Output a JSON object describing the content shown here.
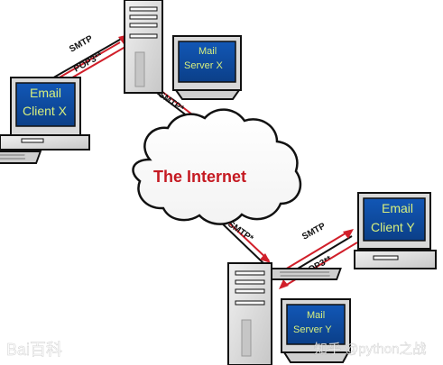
{
  "cloud": {
    "label": "The Internet"
  },
  "client_x": {
    "line1": "Email",
    "line2": "Client X"
  },
  "server_x": {
    "line1": "Mail",
    "line2": "Server X"
  },
  "client_y": {
    "line1": "Email",
    "line2": "Client Y"
  },
  "server_y": {
    "line1": "Mail",
    "line2": "Server Y"
  },
  "links": {
    "top_smtp": "SMTP",
    "top_pop3": "POP3**",
    "upper_smtp": "SMTP*",
    "lower_smtp": "SMTP*",
    "bottom_smtp": "SMTP",
    "bottom_pop3": "POP3**"
  },
  "watermarks": {
    "left": "Bai百科",
    "right": "知乎 @python之战"
  },
  "colors": {
    "screen_bg": "#0d4da0",
    "screen_text": "#d7ef7e",
    "machine": "#dcdcdc",
    "machine_shadow": "#9c9c9c",
    "outline": "#111111",
    "arrow_red": "#d11f2a",
    "cloud_text": "#c51a22"
  }
}
